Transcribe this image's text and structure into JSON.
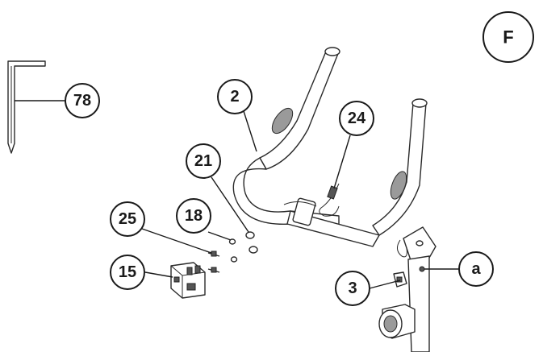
{
  "diagram": {
    "step_label": "F",
    "callouts": {
      "allen_key": "78",
      "handlebar": "2",
      "sensor_wire": "24",
      "washer": "21",
      "spring_washer": "18",
      "bolt": "25",
      "end_cap": "15",
      "knob": "3",
      "post_point": "a"
    }
  }
}
